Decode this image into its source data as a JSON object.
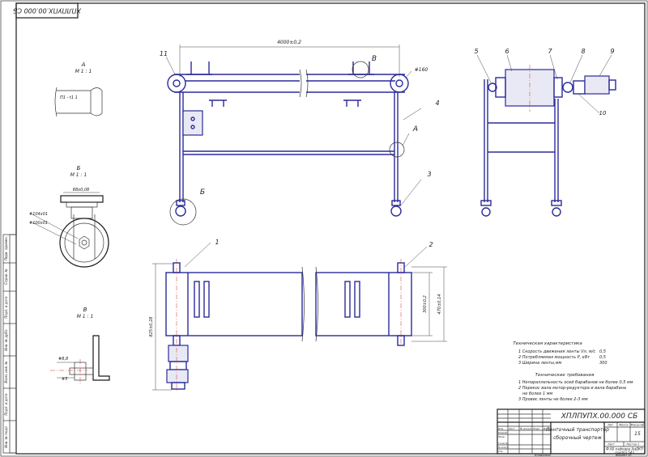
{
  "stamp": {
    "code_rotated": "ХПЛПУПХ.00.000 СБ"
  },
  "views": {
    "a": {
      "label": "А",
      "scale": "М 1 : 1",
      "note": "П1 - t1 1"
    },
    "b": {
      "label": "Б",
      "scale": "М 1 : 1",
      "d1": "88x0,08",
      "d2": "#104x01",
      "d3": "#100x01"
    },
    "v": {
      "label": "В",
      "scale": "М 1 : 1",
      "d1": "#8,8",
      "d2": "#5"
    }
  },
  "front": {
    "length_dim": "4000±0,2",
    "diameter": "#160",
    "callouts": {
      "n11": "11",
      "n4": "4",
      "n3": "3",
      "vB": "В",
      "vA": "А",
      "vBe": "Б"
    }
  },
  "side": {
    "callouts": [
      "5",
      "6",
      "7",
      "8",
      "9",
      "10"
    ]
  },
  "top": {
    "callouts": [
      "1",
      "2"
    ],
    "dims": {
      "d_width": "300±0,2",
      "d_total": "470±0,14",
      "d_height": "825±0,28"
    }
  },
  "specs": {
    "title": "Техническая характеристика",
    "items": [
      {
        "text": "1 Скорость движения ленты Vл, м/с",
        "value": "0,5"
      },
      {
        "text": "2 Потребляемая мощность Р, кВт",
        "value": "0,5"
      },
      {
        "text": "3 Ширина ленты,мм",
        "value": "300"
      }
    ]
  },
  "requirements": {
    "title": "Технические требования",
    "items": [
      "1 Непараллельность осей барабанов не более 0,5 мм",
      "2 Перекос вала мотор-редуктора и вала барабана",
      "не более 1 мм",
      "3 Провис ленты не более 2-3 мм"
    ]
  },
  "titleblock": {
    "code": "ХПЛПУПХ.00.000 СБ",
    "name1": "Ленточный транспортер",
    "name2": "сборочный чертеж",
    "hdr_lit": "Лит.",
    "hdr_mass": "Масса",
    "hdr_scale": "Масштаб",
    "scale": "15",
    "sheet": "Лист",
    "sheets": "Листов 1",
    "org1": "Ф.АБ  кафедра АиДКП",
    "org2": "группа 543",
    "rows": [
      "Изм.",
      "Лист",
      "№ докум.",
      "Подп.",
      "Дата",
      "Разраб.",
      "Пров.",
      "Т.контр.",
      "Н.контр.",
      "Утв."
    ],
    "copied": "Копировал",
    "format": "Формат А1"
  },
  "left_strip": [
    "Перв. примен.",
    "Справ. №",
    "Подп. и дата",
    "Инв. № дубл.",
    "Взам. инв. №",
    "Подп. и дата",
    "Инв. № подл."
  ]
}
